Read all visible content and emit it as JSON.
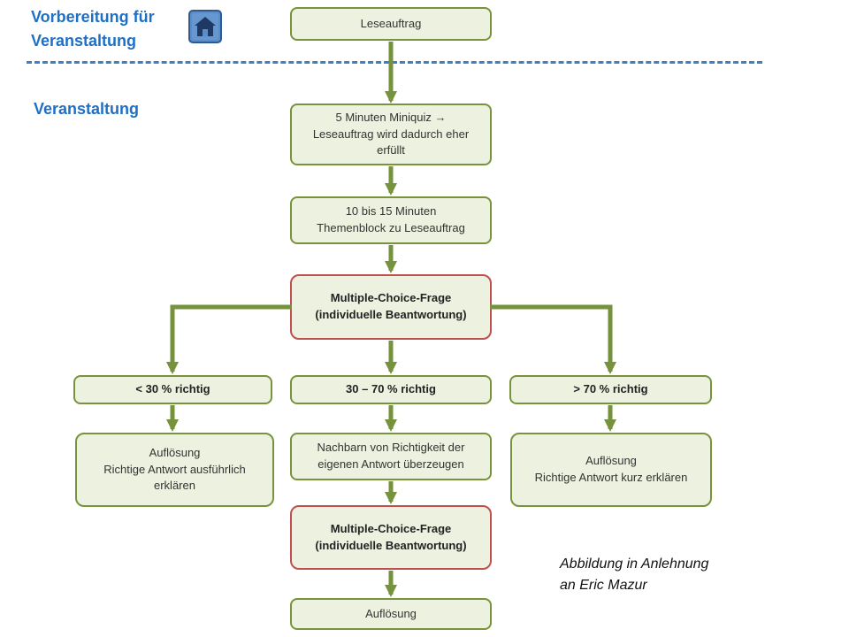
{
  "titles": {
    "preparation": "Vorbereitung für\nVeranstaltung",
    "event": "Veranstaltung"
  },
  "nodes": {
    "leseauftrag": "Leseauftrag",
    "miniquiz": "5 Minuten Miniquiz →\nLeseauftrag wird dadurch eher\nerfüllt",
    "themenblock": "10 bis 15 Minuten\nThemenblock zu Leseauftrag",
    "mcq1": "Multiple-Choice-Frage\n(individuelle Beantwortung)",
    "lt30": "< 30 % richtig",
    "mid3070": "30 – 70 % richtig",
    "gt70": "> 70 % richtig",
    "aufloesung_left": "Auflösung\nRichtige Antwort ausführlich\nerklären",
    "nachbarn": "Nachbarn von Richtigkeit der\neigenen Antwort überzeugen",
    "aufloesung_right": "Auflösung\nRichtige Antwort kurz erklären",
    "mcq2": "Multiple-Choice-Frage\n(individuelle Beantwortung)",
    "aufloesung_final": "Auflösung"
  },
  "caption": "Abbildung in Anlehnung\nan Eric Mazur",
  "colors": {
    "box_fill": "#EDF2E0",
    "box_border": "#77933C",
    "highlight_border": "#C0504D",
    "arrow": "#76923C",
    "title_blue": "#1F6FC5",
    "divider_blue": "#4180C0"
  }
}
